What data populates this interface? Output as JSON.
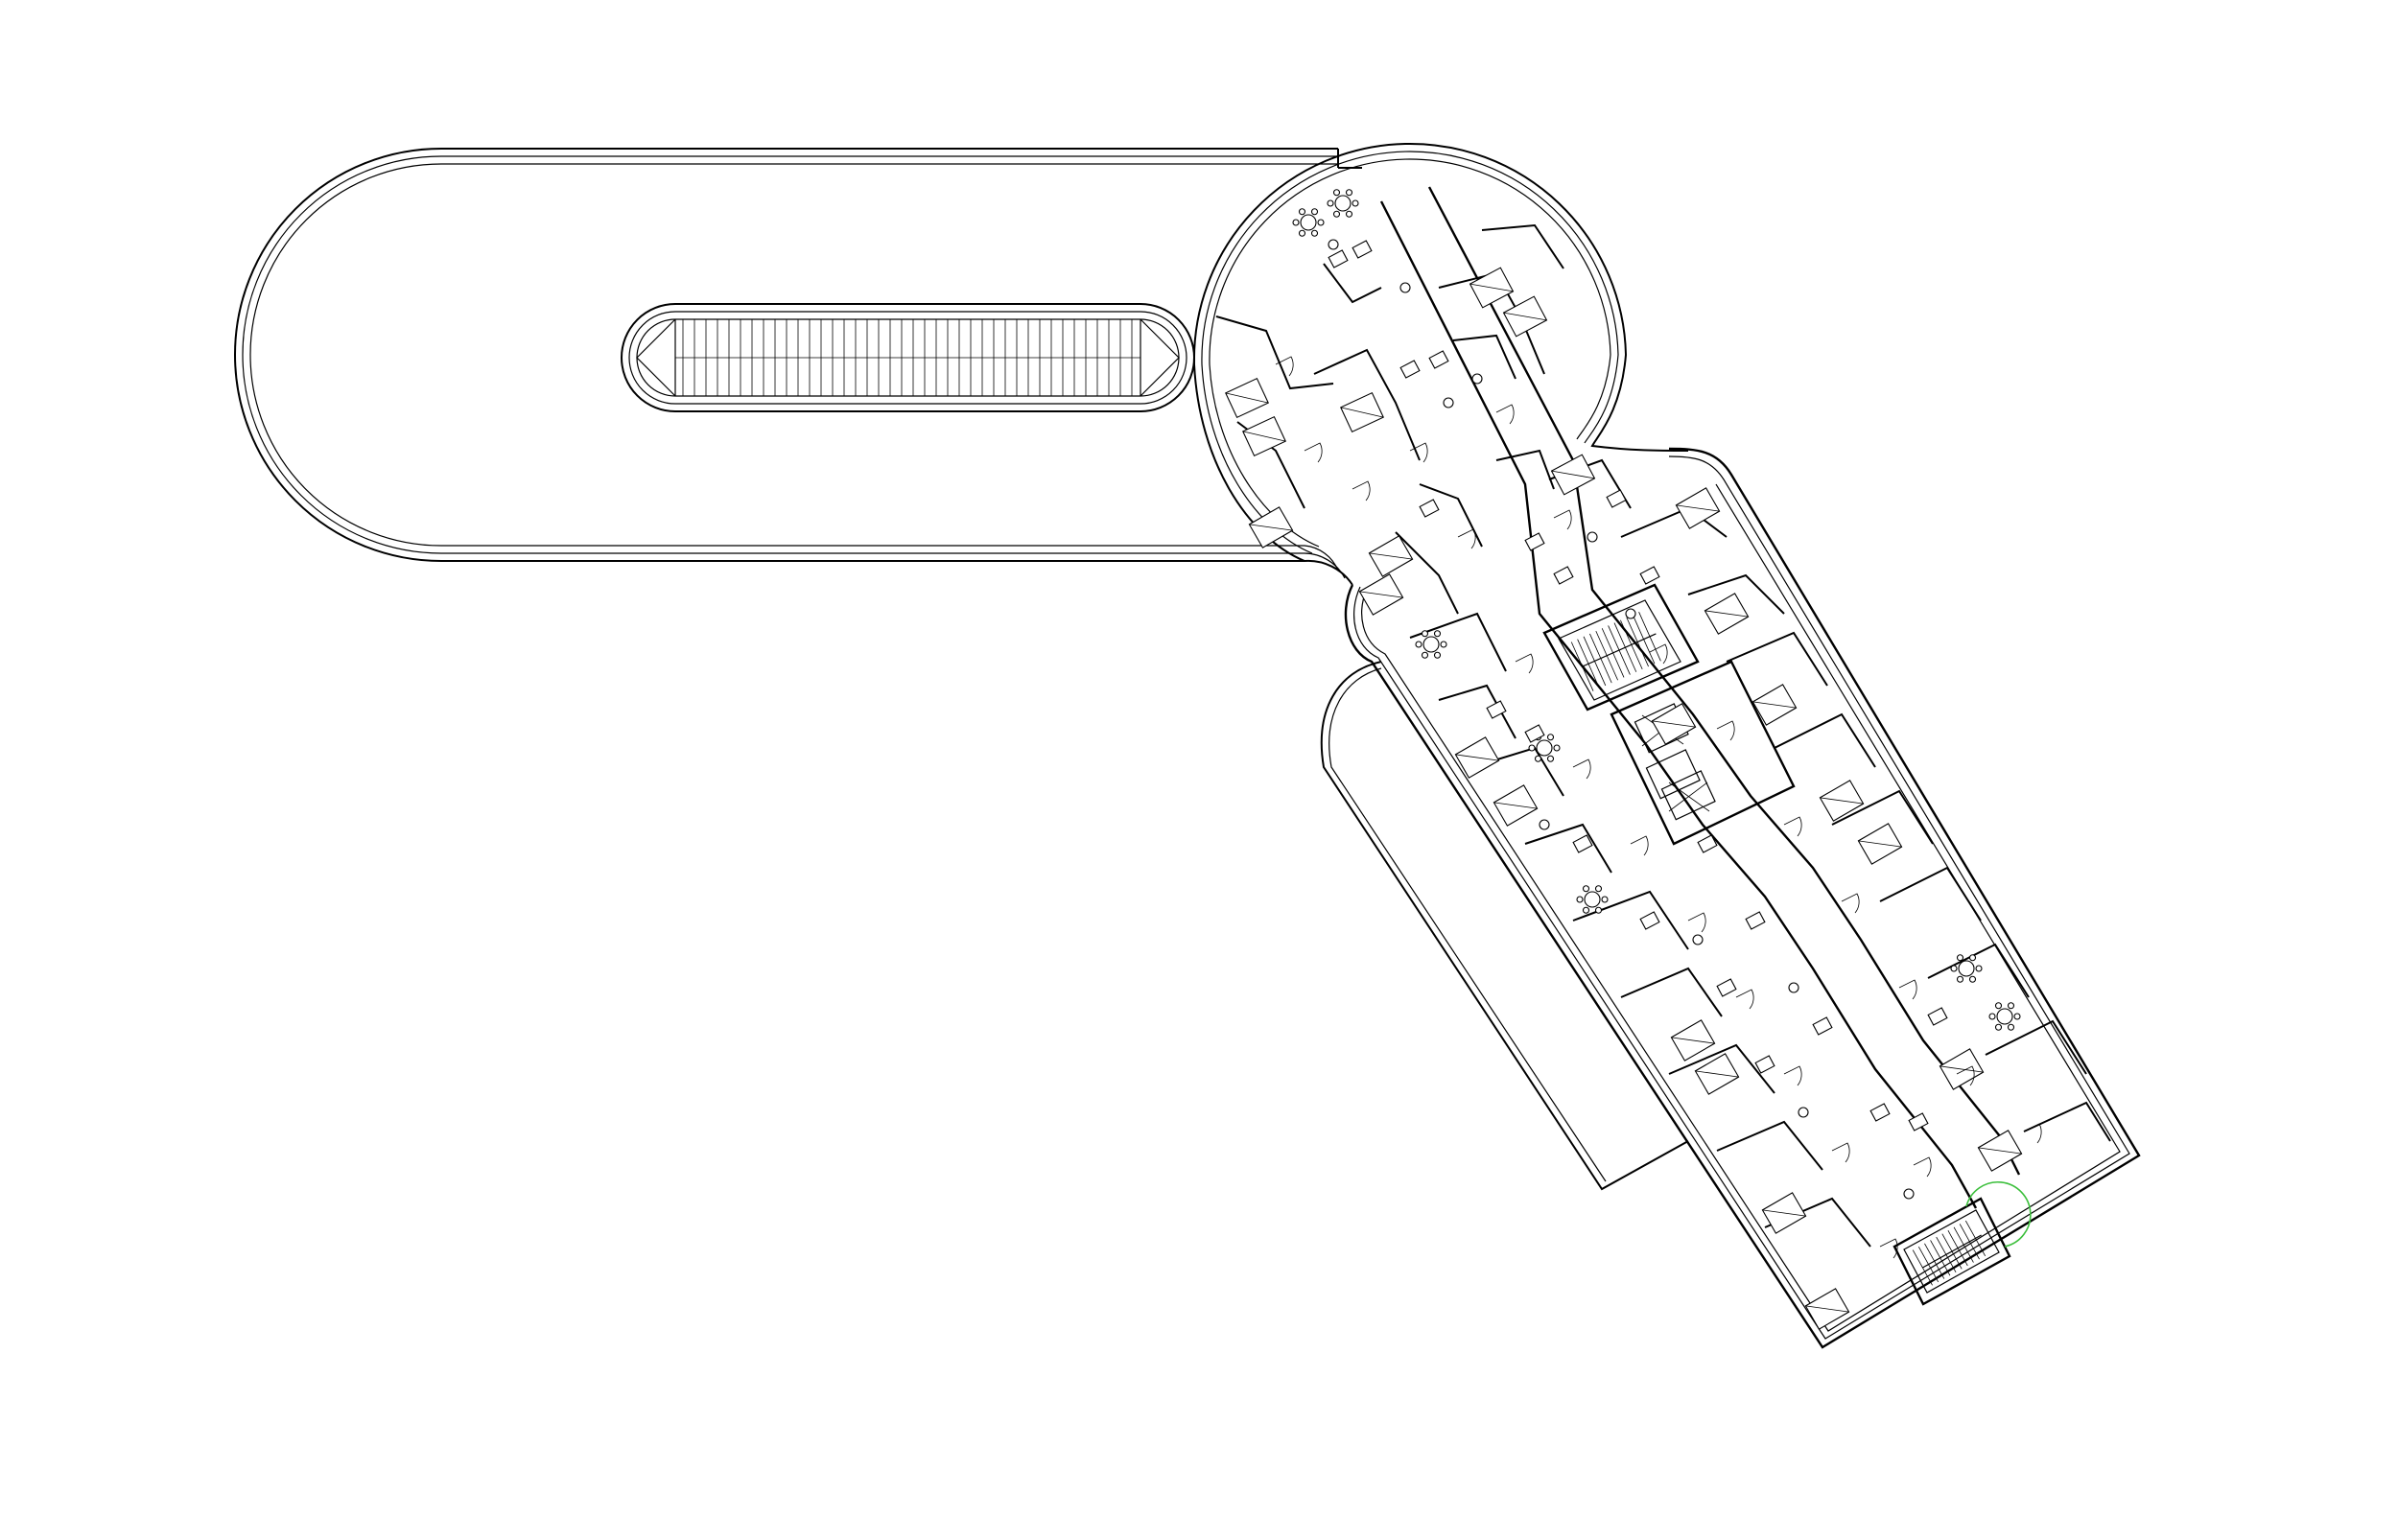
{
  "drawing": {
    "kind": "architectural-floor-plan",
    "line_color": "#000000",
    "background_color": "#ffffff",
    "accent_color": "#3bbf3b",
    "elements": [
      "roof-terrace-outline",
      "skylight-stair",
      "round-tower-floor",
      "slab-floor",
      "corridor",
      "core-stair-upper",
      "elevator-core",
      "core-stair-lower",
      "apartment-units",
      "ramp-wing"
    ]
  }
}
